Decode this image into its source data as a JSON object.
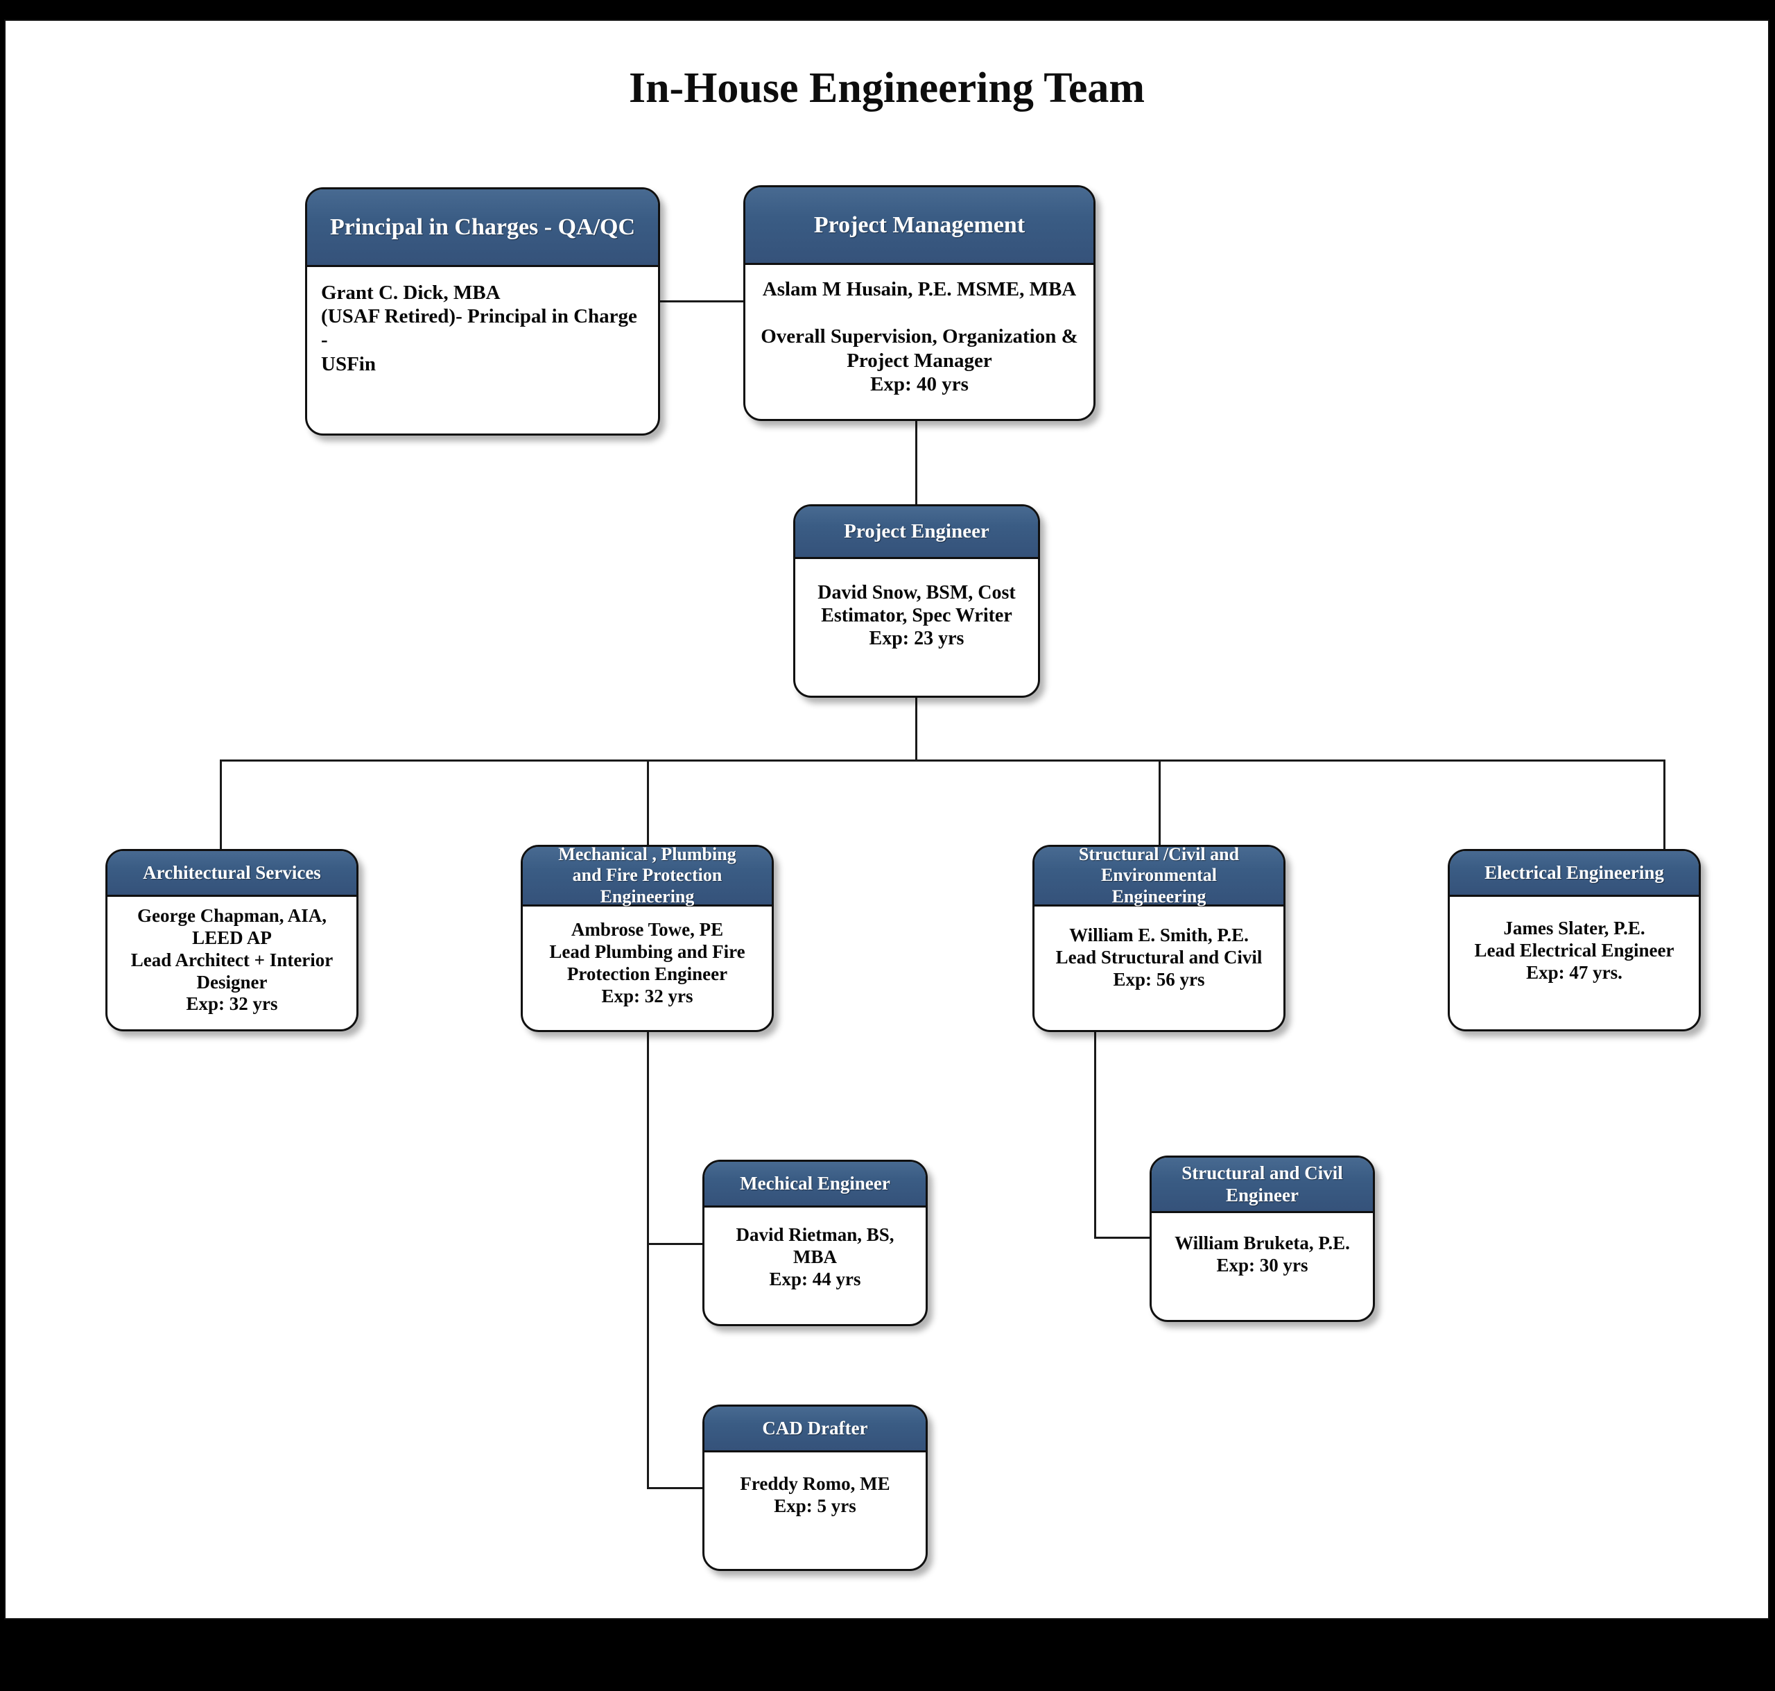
{
  "title": "In-House Engineering Team",
  "theme": {
    "header_blue": "#3a5c84",
    "border_black": "#101010",
    "body_white": "#ffffff",
    "text_white": "#ffffff",
    "text_black": "#080808",
    "frame_black": "#000000"
  },
  "nodes": {
    "principal": {
      "header": "Principal in Charges - QA/QC",
      "body": "Grant C. Dick, MBA\n(USAF Retired)- Principal in Charge -\nUSFin"
    },
    "project_management": {
      "header": "Project Management",
      "body": "Aslam M Husain, P.E. MSME, MBA\n\nOverall Supervision, Organization &\nProject Manager\nExp: 40 yrs"
    },
    "project_engineer": {
      "header": "Project Engineer",
      "body": "David Snow, BSM, Cost\nEstimator, Spec Writer\nExp: 23 yrs"
    },
    "architectural": {
      "header": "Architectural Services",
      "body": "George Chapman, AIA,\nLEED AP\nLead Architect + Interior\nDesigner\nExp: 32 yrs"
    },
    "mechanical": {
      "header": "Mechanical , Plumbing\nand Fire Protection\nEngineering",
      "body": "Ambrose Towe, PE\nLead Plumbing and Fire\nProtection Engineer\nExp: 32 yrs"
    },
    "structural": {
      "header": "Structural /Civil  and\nEnvironmental\nEngineering",
      "body": "William E. Smith, P.E.\nLead Structural and Civil\nExp: 56 yrs"
    },
    "electrical": {
      "header": "Electrical Engineering",
      "body": "James Slater, P.E.\nLead Electrical Engineer\nExp: 47 yrs."
    },
    "mechanical_engineer": {
      "header": "Mechical Engineer",
      "body": "David Rietman, BS,\nMBA\nExp: 44 yrs"
    },
    "structural_civil_engineer": {
      "header": "Structural and Civil\nEngineer",
      "body": "William Bruketa, P.E.\nExp: 30 yrs"
    },
    "cad_drafter": {
      "header": "CAD Drafter",
      "body": "Freddy Romo, ME\nExp: 5 yrs"
    }
  }
}
